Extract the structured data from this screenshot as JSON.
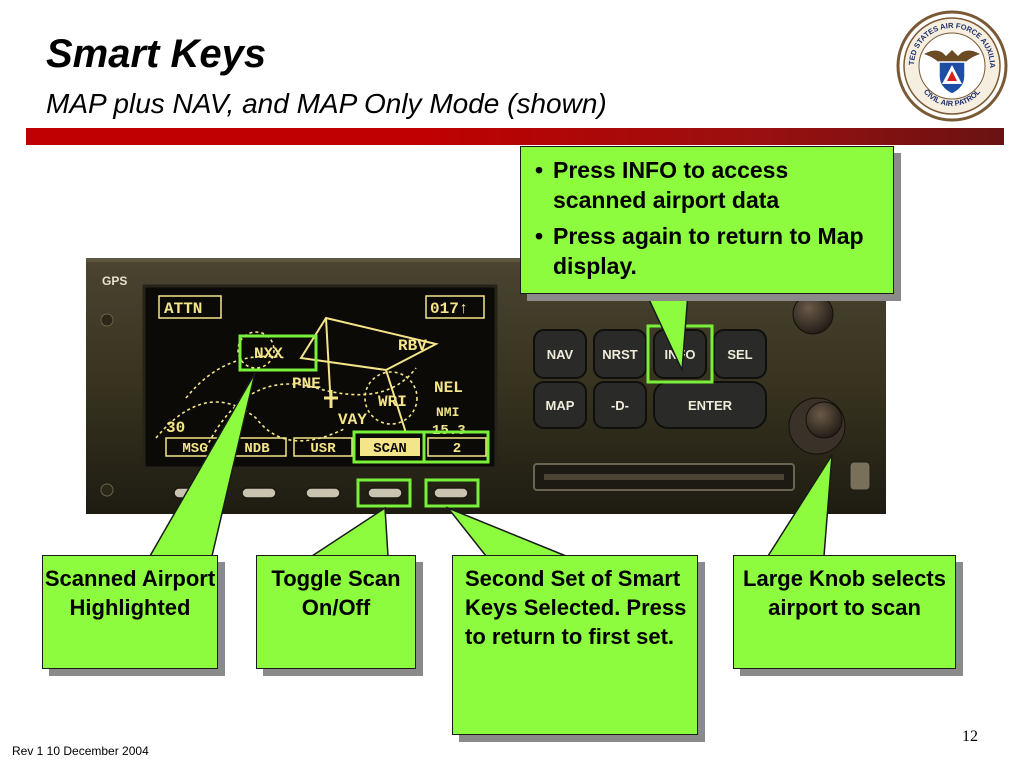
{
  "slide": {
    "title": "Smart Keys",
    "subtitle": "MAP plus NAV, and MAP Only Mode (shown)",
    "footer": "Rev 1 10 December 2004",
    "page_number": "12"
  },
  "seal": {
    "top_text": "UNITED STATES AIR FORCE AUXILIARY",
    "bottom_text": "CIVIL AIR PATROL"
  },
  "device": {
    "brand": "GPS",
    "screen": {
      "top_left": "ATTN",
      "top_right": "017↑",
      "airports": [
        "NXX",
        "RBV",
        "PNE",
        "NEL",
        "WRI",
        "VAY"
      ],
      "scale": "30",
      "range": "15.3",
      "units": "NMI",
      "softkeys": [
        "MSG",
        "NDB",
        "USR",
        "SCAN",
        "2"
      ]
    },
    "buttons": [
      "NAV",
      "NRST",
      "INFO",
      "SEL",
      "MAP",
      "-D-",
      "ENTER"
    ]
  },
  "callouts": {
    "info_bullets": [
      "Press INFO to access scanned airport data",
      "Press again to return to Map display."
    ],
    "scanned": "Scanned Airport Highlighted",
    "toggle": "Toggle Scan On/Off",
    "second_set": "Second Set of Smart Keys Selected. Press to return to first set.",
    "knob": "Large Knob selects airport to scan"
  },
  "colors": {
    "callout_fill": "#8dfc3e",
    "highlight_green": "#79f03a",
    "title_rule": "#c00000",
    "lcd_amber": "#f4e48a"
  }
}
